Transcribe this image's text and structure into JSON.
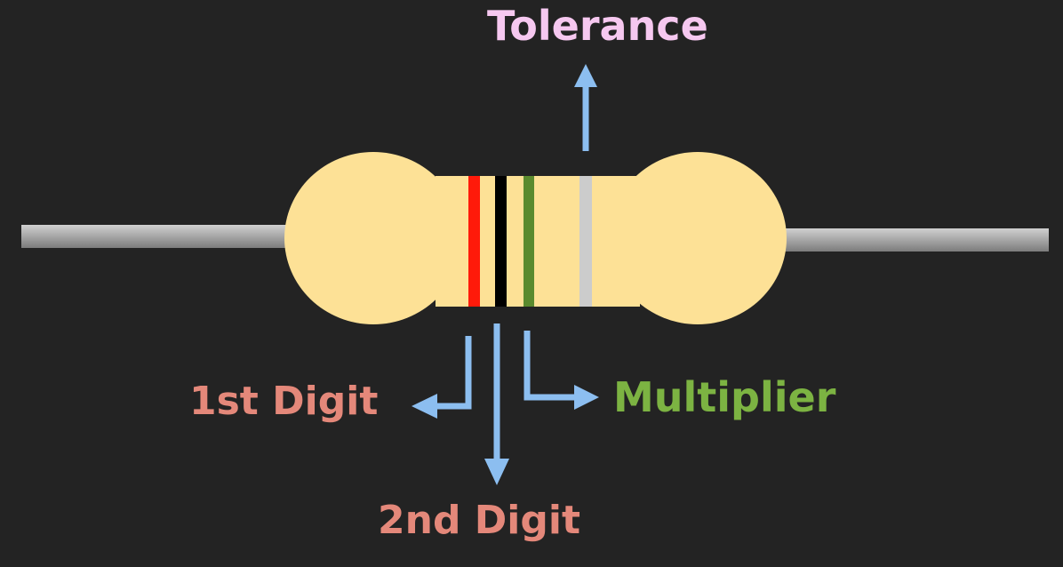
{
  "labels": {
    "tolerance": "Tolerance",
    "first_digit": "1st Digit",
    "second_digit": "2nd Digit",
    "multiplier": "Multiplier"
  },
  "colors": {
    "background": "#232323",
    "body": "#fde196",
    "lead": "#a8a8a8",
    "arrow": "#8cbef0",
    "band_1": "#ff1a0a",
    "band_2": "#000000",
    "band_3": "#5a8a2e",
    "band_4": "#cccccc",
    "tolerance_label": "#f6c8f0",
    "first_digit_label": "#e4887a",
    "second_digit_label": "#e4887a",
    "multiplier_label": "#7cb342"
  }
}
